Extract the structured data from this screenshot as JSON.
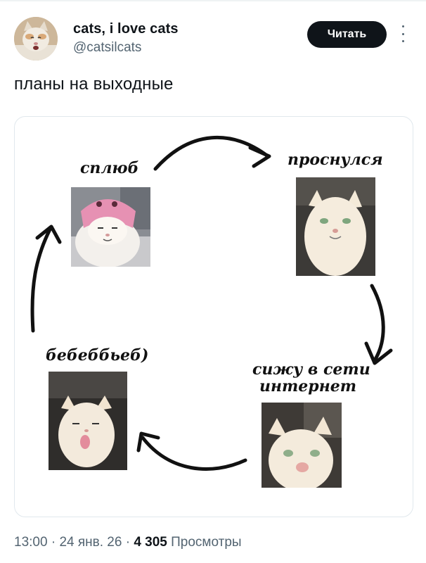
{
  "author": {
    "display_name": "cats, i love cats",
    "handle": "@catsilcats",
    "avatar_icon": "cat-avatar-icon"
  },
  "follow_button": {
    "label": "Читать"
  },
  "more_icon": "more-vertical-icon",
  "tweet": {
    "text": "планы на выходные"
  },
  "meme": {
    "captions": {
      "sleep": "сплюб",
      "woke": "проснулся",
      "internet_line1": "сижу в сети",
      "internet_line2": "интернет",
      "babble": "бебеббьеб)"
    }
  },
  "meta": {
    "time": "13:00",
    "separator": "·",
    "date": "24 янв. 26",
    "views_count": "4 305",
    "views_label": "Просмотры"
  },
  "colors": {
    "text_primary": "#0f1419",
    "text_secondary": "#536471",
    "button_bg": "#0f1419",
    "card_border": "#e1e8ed"
  }
}
